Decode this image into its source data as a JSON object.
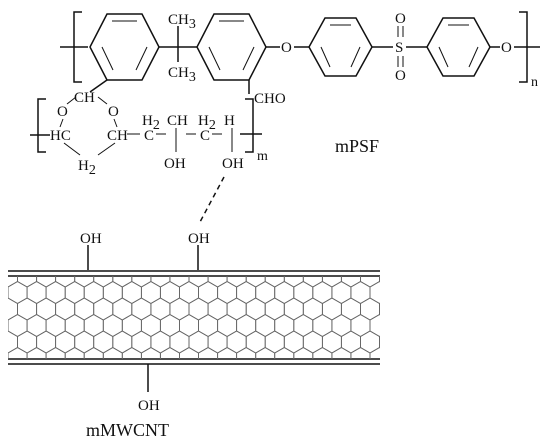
{
  "polymer": {
    "ch3_top": "CH",
    "ch3_top_sub": "3",
    "ch3_bottom": "CH",
    "ch3_bottom_sub": "3",
    "ether_1": "O",
    "ether_2": "O",
    "sulfonyl_o_top": "O",
    "sulfonyl_s": "S",
    "sulfonyl_o_bottom": "O",
    "aldehyde": "CHO",
    "repeat_n": "n",
    "label": "mPSF"
  },
  "acetal": {
    "ch": "CH",
    "o_left": "O",
    "o_right": "O",
    "hc": "HC",
    "ch_right": "CH",
    "ch2_bottom": "H",
    "ch2_bottom_sub": "2",
    "ch2_a": "H",
    "ch2_a_sub": "2",
    "c_a": "C",
    "ch_a": "CH",
    "oh_a": "OH",
    "ch2_b": "H",
    "ch2_b_sub": "2",
    "c_b": "C",
    "ch_b": "H",
    "oh_b": "OH",
    "repeat_m": "m"
  },
  "nanotube": {
    "oh_top_left": "OH",
    "oh_top_right": "OH",
    "oh_bottom": "OH",
    "label": "mMWCNT"
  },
  "colors": {
    "ink": "#111111",
    "tube_line": "#666666"
  }
}
